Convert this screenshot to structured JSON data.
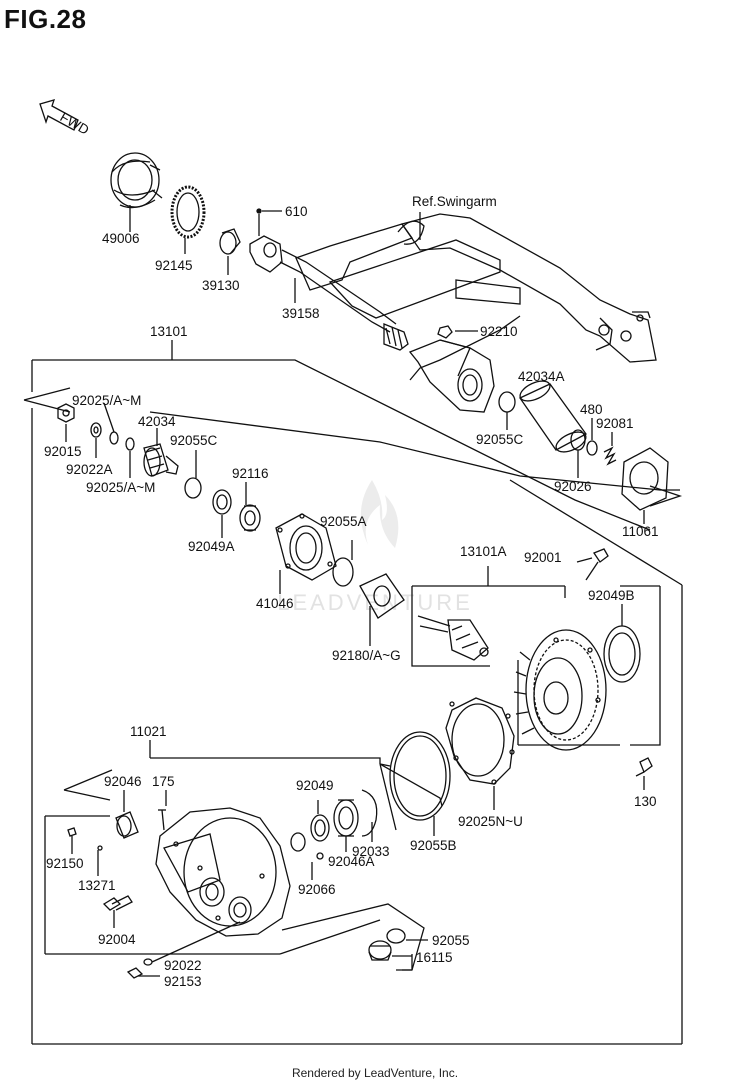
{
  "figure": {
    "title": "FIG.28",
    "footer": "Rendered by LeadVenture, Inc.",
    "watermark": "LEADVENTURE",
    "fwd_label": "FWD"
  },
  "labels": {
    "p49006": "49006",
    "p92145": "92145",
    "p39130": "39130",
    "p610": "610",
    "p39158": "39158",
    "ref_swingarm": "Ref.Swingarm",
    "p92210": "92210",
    "p13101": "13101",
    "p92025am_top": "92025/A~M",
    "p92015": "92015",
    "p92022a": "92022A",
    "p42034": "42034",
    "p92025am_bottom": "92025/A~M",
    "p92055c_left": "92055C",
    "p92116": "92116",
    "p92049a": "92049A",
    "p42034a": "42034A",
    "p480": "480",
    "p92081": "92081",
    "p92055c_right": "92055C",
    "p92026": "92026",
    "p11061": "11061",
    "p92055a": "92055A",
    "p41046": "41046",
    "p92180ag": "92180/A~G",
    "p13101a": "13101A",
    "p92001": "92001",
    "p92049b": "92049B",
    "p130": "130",
    "p11021": "11021",
    "p92046": "92046",
    "p175": "175",
    "p92049": "92049",
    "p92150": "92150",
    "p13271": "13271",
    "p92004": "92004",
    "p92033": "92033",
    "p92046a": "92046A",
    "p92066": "92066",
    "p92055b": "92055B",
    "p92025nu": "92025N~U",
    "p92022": "92022",
    "p92153": "92153",
    "p92055": "92055",
    "p16115": "16115"
  }
}
